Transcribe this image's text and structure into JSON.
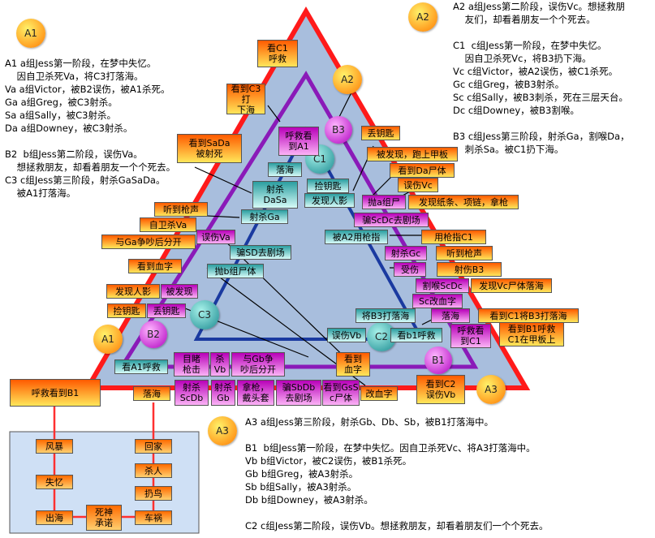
{
  "colors": {
    "triangle_outer": "#ff1a1a",
    "triangle_mid": "#8a1ab8",
    "triangle_inner": "#1a3aa0",
    "triangle_fill": "#a8bedd",
    "box_orange": "#ff6a00",
    "box_yellow": "#ffe24a",
    "box_magenta": "#c000c0",
    "box_pink": "#f59cf0",
    "box_teal": "#30a7a8",
    "box_cyan": "#c9f6f4",
    "legend_bg": "#cfe0f5",
    "legend_box": "#ff8a2a"
  },
  "text_blocks": {
    "a1": [
      "A1 a组Jess第一阶段，在梦中失忆。",
      "    因自卫杀死Va，将C3打落海。",
      "Va a组Victor，被B2误伤，被A1杀死。",
      "Ga a组Greg，被C3射杀。",
      "Sa a组Sally，被C3射杀。",
      "Da a组Downey，被C3射杀。",
      "",
      "B2  b组Jess第二阶段，误伤Va。",
      "    想拯救朋友，却看着朋友一个个死去。",
      "C3 c组Jess第三阶段，射杀GaSaDa。",
      "    被A1打落海。"
    ],
    "a2": [
      "A2 a组Jess第二阶段，误伤Vc。想拯救朋",
      "    友们，却看着朋友一个个死去。",
      "",
      "C1  c组Jess第一阶段，在梦中失忆。",
      "    因自卫杀死Vc，将B3扔下海。",
      "Vc c组Victor，被A2误伤，被C1杀死。",
      "Gc c组Greg，被B3射杀。",
      "Sc c组Sally，被B3刺杀，死在三层天台。",
      "Dc c组Downey，被B3割喉。",
      "",
      "B3 c组Jess第三阶段，射杀Ga，割喉Da，",
      "    刺杀Sa。被C1扔下海。"
    ],
    "a3": [
      "A3 a组Jess第三阶段，射杀Gb、Db、Sb，被B1打落海中。",
      "",
      "B1  b组Jess第一阶段，在梦中失忆。因自卫杀死Vc、将A3打落海中。",
      "Vb b组Victor，被C2误伤，被B1杀死。",
      "Gb b组Greg，被A3射杀。",
      "Sb b组Sally，被A3射杀。",
      "Db b组Downey，被A3射杀。",
      "",
      "C2 c组Jess第二阶段，误伤Vb。想拯救朋友，却看着朋友们一个个死去。"
    ]
  },
  "nodes": {
    "a1_top": "A1",
    "a2_top": "A2",
    "a3_bottom": "A3",
    "a2_vertex": "A2",
    "a1_vertex": "A1",
    "a3_vertex": "A3",
    "b3": "B3",
    "b2": "B2",
    "b1": "B1",
    "c1": "C1",
    "c2": "C2",
    "c3": "C3"
  },
  "boxes": {
    "see_c1_rescue": "看C1\n呼救",
    "see_c3_fall": "看到C3打\n下海",
    "see_sada": "看到SaDa\n被射死",
    "rescue_see_a1": "呼救看\n到A1",
    "fall_sea_top": "落海",
    "shoot_dasa": "射杀\nDaSa",
    "pick_key_top": "捡钥匙",
    "find_person_top": "发现人影",
    "lose_key": "丢钥匙",
    "discovered_run": "被发现，跑上甲板",
    "see_da_body": "看到Da尸体",
    "wound_vc": "误伤Vc",
    "dump_a_body": "抛a组尸",
    "find_paper": "发现纸条、项链，拿枪",
    "hear_gun_top": "听到枪声",
    "shoot_ga": "射杀Ga",
    "deceive_scdc": "骗ScDc去剧场",
    "self_defense_va": "自卫杀Va",
    "wound_va": "误伤Va",
    "a2_gun_point": "被A2用枪指",
    "gun_point_c1": "用枪指C1",
    "argue_ga": "与Ga争吵后分开",
    "deceive_sd": "骗SD去剧场",
    "shoot_gc": "射杀Gc",
    "hear_gun_right": "听到枪声",
    "see_blood_left": "看到血字",
    "dump_b_body": "抛b组尸体",
    "hurt": "受伤",
    "shoot_b3": "射伤B3",
    "cut_scdc": "割喉ScDc",
    "see_vc_body": "发现Vc尸体落海",
    "find_person_left": "发现人影",
    "discovered_left": "被发现",
    "sc_blood": "Sc改血字",
    "pick_key_left": "捡钥匙",
    "lose_key_left": "丢钥匙",
    "throw_b3": "将B3打落海",
    "fall_sea_right": "落海",
    "see_c1_b3": "看到C1将B3打落海",
    "wound_vb": "误伤Vb",
    "see_b1_rescue": "看b1呼救",
    "rescue_see_c1": "呼救看\n到C1",
    "see_b1_deck": "看到B1呼救\nC1在甲板上",
    "see_a1_rescue": "看A1呼救",
    "witness_gun": "目睹\n枪击",
    "kill_vb": "杀\nVb",
    "argue_gb": "与Gb争\n吵后分开",
    "see_blood_mid": "看到\n血字",
    "see_c2_wound": "看到C2\n误伤Vb",
    "rescue_see_b1": "呼救看到B1",
    "fall_sea_bottom": "落海",
    "shoot_scdb": "射杀\nScDb",
    "shoot_gb": "射杀\nGb",
    "take_gun": "拿枪，\n戴头套",
    "deceive_sbdb": "骗SbDb\n去剧场",
    "see_gsc": "看到GsS\nc尸体",
    "change_blood": "改血字"
  },
  "legend": {
    "left": [
      "风暴",
      "失忆",
      "出海"
    ],
    "right": [
      "回家",
      "杀人",
      "扔鸟",
      "车祸"
    ],
    "bottom": "死神\n承诺"
  }
}
